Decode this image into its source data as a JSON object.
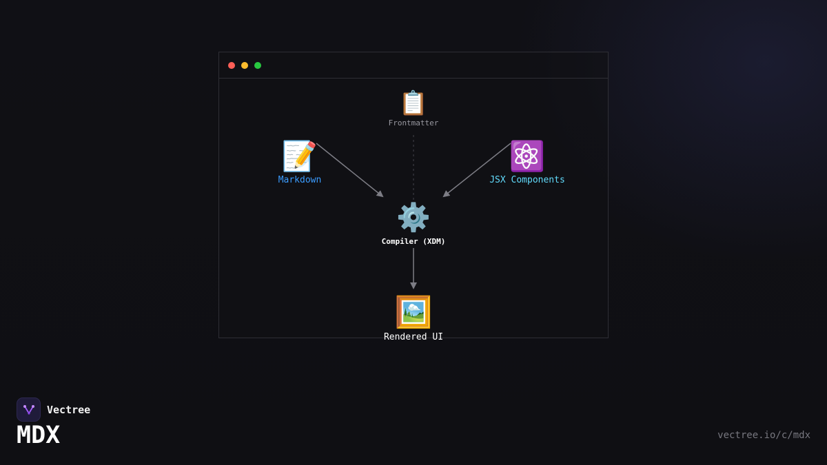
{
  "window": {
    "dots": [
      {
        "name": "close",
        "color": "#ff5f57"
      },
      {
        "name": "minimize",
        "color": "#febc2e"
      },
      {
        "name": "maximize",
        "color": "#28c840"
      }
    ]
  },
  "nodes": {
    "frontmatter": {
      "icon": "📋",
      "label": "Frontmatter",
      "color": "#9a9aa2"
    },
    "markdown": {
      "icon": "📝",
      "label": "Markdown",
      "color": "#3b9cff"
    },
    "jsx": {
      "icon": "⚛️",
      "label": "JSX Components",
      "color": "#61dafb"
    },
    "compiler": {
      "icon": "⚙️",
      "label": "Compiler (XDM)",
      "color": "#ffffff"
    },
    "rendered": {
      "icon": "🖼️",
      "label": "Rendered UI",
      "color": "#ffffff"
    }
  },
  "colors": {
    "arrow": "#7d7d85",
    "dashed": "#3c3c44"
  },
  "brand": {
    "name": "Vectree",
    "logo_icon": "vectree-logo-icon",
    "accent": "#a45cff"
  },
  "product": {
    "title": "MDX"
  },
  "footer": {
    "url": "vectree.io/c/mdx"
  }
}
